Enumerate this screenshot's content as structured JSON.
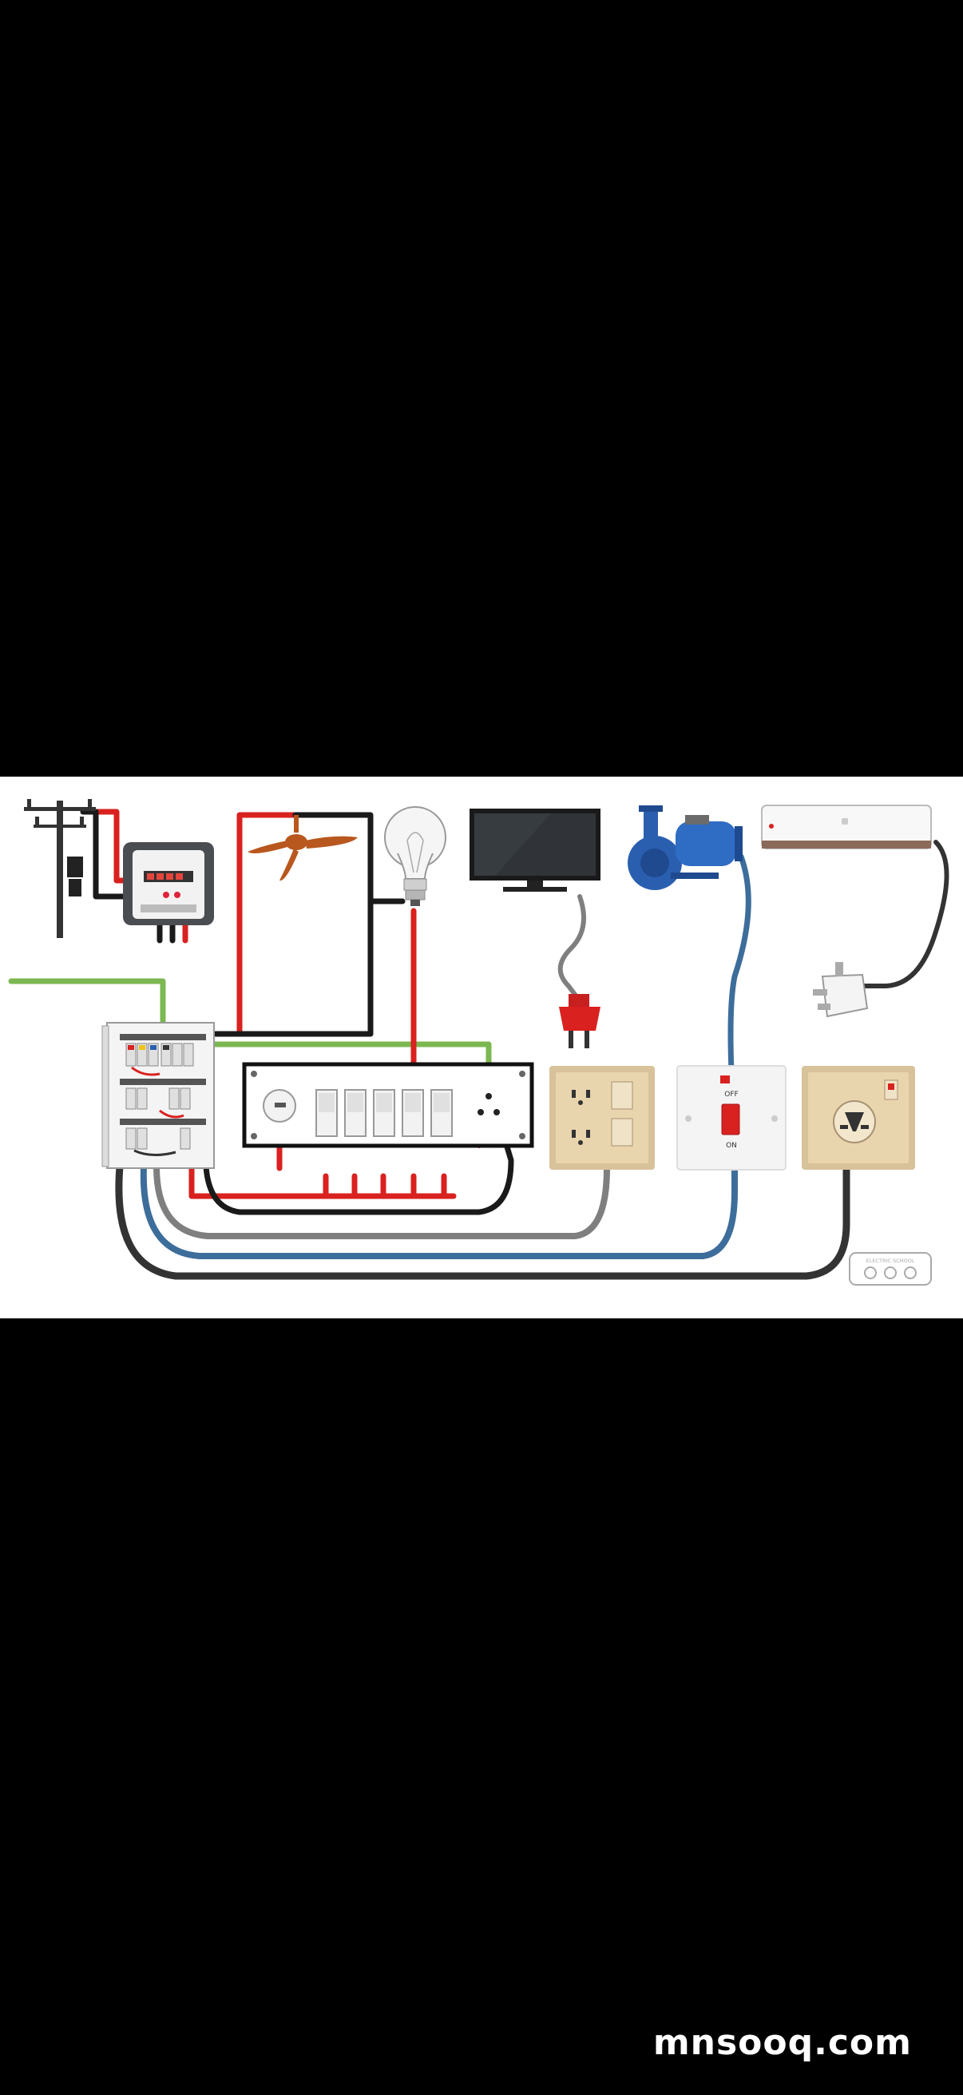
{
  "diagram": {
    "switch_panel": {
      "off_label": "OFF",
      "on_label": "ON"
    },
    "logo_text": "ELECTRIC SCHOOL",
    "colors": {
      "live": "#d9211f",
      "neutral": "#1a1a1a",
      "earth": "#7cb851",
      "appliance_cable_grey": "#7f7f7f",
      "pump_cable_blue": "#3d6d9a",
      "socket_beige": "#e8d4ad",
      "pump_blue": "#2a5fb0",
      "fan_brown": "#b8571e"
    },
    "components": [
      "utility-pole",
      "energy-meter",
      "distribution-board",
      "ceiling-fan",
      "light-bulb",
      "television",
      "water-pump",
      "air-conditioner",
      "switch-board",
      "power-socket",
      "dp-switch",
      "universal-socket",
      "plug-red",
      "plug-white"
    ]
  },
  "footer": {
    "watermark": "mnsooq.com"
  }
}
